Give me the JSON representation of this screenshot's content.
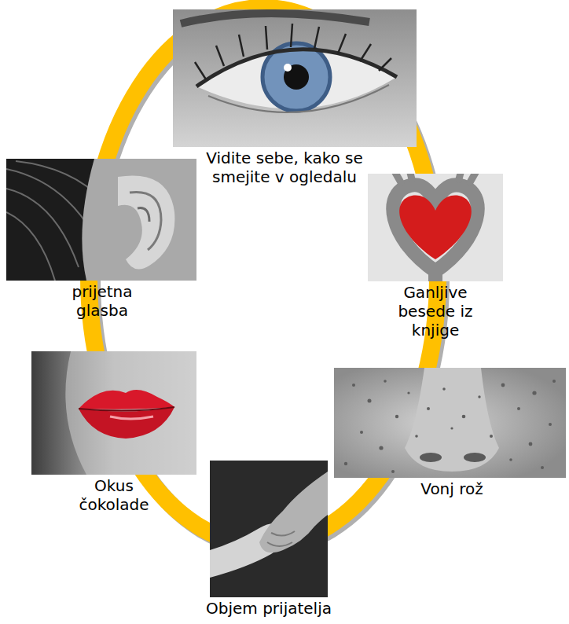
{
  "diagram": {
    "nodes": [
      {
        "text": [
          "Vidite sebe, kako se smejite v ogledalu"
        ]
      },
      {
        "text": [
          "prijetna glasba"
        ]
      },
      {
        "text": [
          "Ganljive besede iz knjige"
        ]
      },
      {
        "text": [
          "Okus čokolade"
        ]
      },
      {
        "text": [
          "Vonj rož"
        ]
      },
      {
        "text": [
          "Objem prijatelja"
        ]
      }
    ]
  }
}
